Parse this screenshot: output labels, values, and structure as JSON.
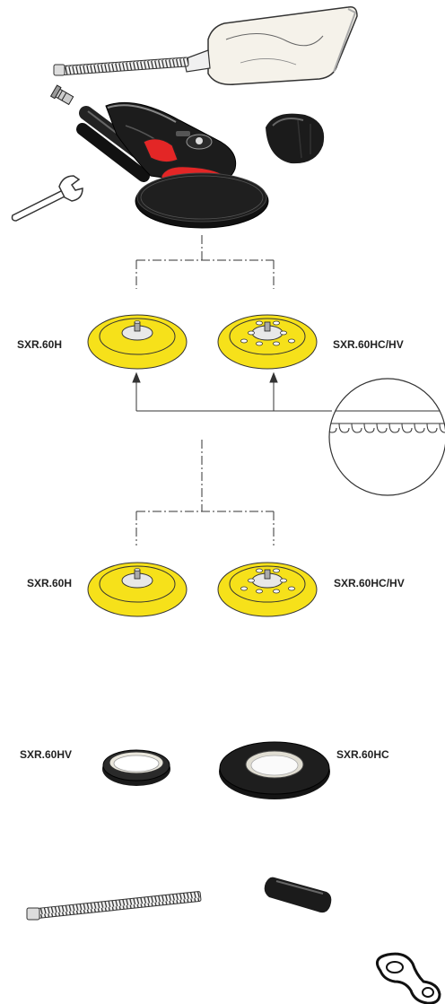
{
  "labels": {
    "pad_h_upper": "SXR.60H",
    "pad_hc_upper": "SXR.60HC/HV",
    "pad_h_lower": "SXR.60H",
    "pad_hc_lower": "SXR.60HC/HV",
    "ring_hv": "SXR.60HV",
    "ring_hc": "SXR.60HC"
  },
  "colors": {
    "pad_yellow": "#f6e11a",
    "tool_red": "#e32626",
    "tool_black": "#1c1c1c",
    "bag": "#f5f2ea",
    "line": "#333333"
  }
}
